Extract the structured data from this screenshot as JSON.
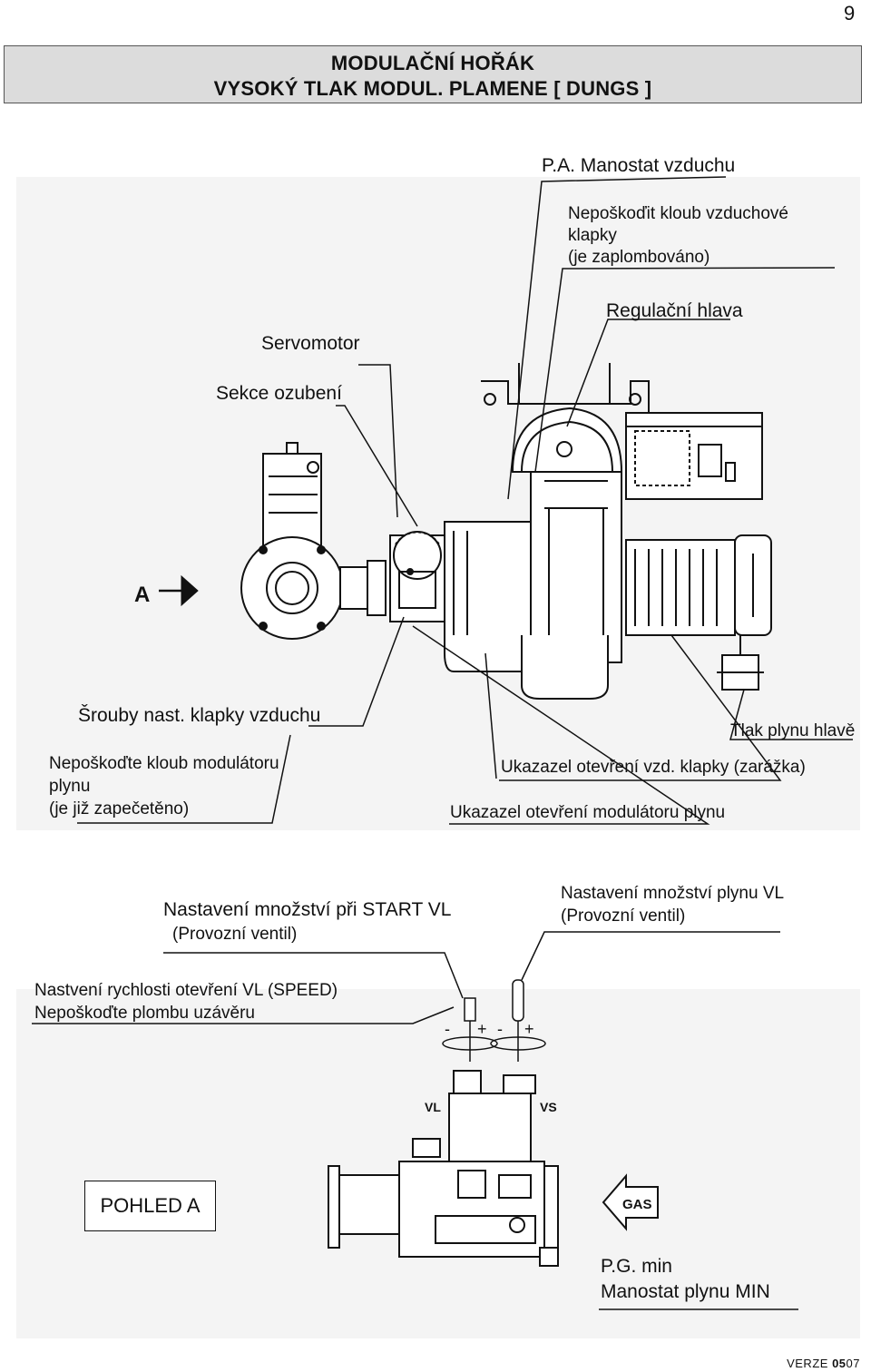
{
  "page_number": "9",
  "header": {
    "line1": "MODULAČNÍ HOŘÁK",
    "line2": "VYSOKÝ TLAK MODUL. PLAMENE [ DUNGS ]"
  },
  "labels": {
    "pa_manostat": "P.A. Manostat  vzduchu",
    "neposkodit_kloub_1": "Nepoškoďit kloub vzduchové",
    "neposkodit_kloub_2": "klapky",
    "neposkodit_kloub_3": "(je zaplombováno)",
    "regulacni_hlava": "Regulační hlava",
    "servomotor": "Servomotor",
    "sekce_ozubeni": "Sekce ozubení",
    "arrow_a": "A",
    "srouby_nast": "Šrouby nast. klapky vzduchu",
    "tlak_plynu_hlave": "Tlak plynu hlavě",
    "neposkodte_modulator_1": "Nepoškoďte kloub modulátoru",
    "neposkodte_modulator_2": "plynu",
    "neposkodte_modulator_3": "(je již zapečetěno)",
    "ukazazel_klapky": "Ukazazel otevření vzd. klapky (zarážka)",
    "ukazazel_modulatoru": "Ukazazel otevření modulátoru plynu",
    "nastaveni_start_1": "Nastavení množství při START VL",
    "nastaveni_start_2": "(Provozní ventil)",
    "nastaveni_vl_1": "Nastavení množství plynu VL",
    "nastaveni_vl_2": "(Provozní ventil)",
    "nastveni_speed_1": "Nastvení rychlosti otevření VL (SPEED)",
    "nastveni_speed_2": "Nepoškoďte plombu uzávěru",
    "vl": "VL",
    "vs": "VS",
    "gas": "GAS",
    "pohled_a": "POHLED A",
    "pg_min_1": "P.G. min",
    "pg_min_2": "Manostat  plynu MIN",
    "minus": "-",
    "plus": "+"
  },
  "footer": {
    "prefix": "VERZE ",
    "bold": "05",
    "suffix": "07"
  }
}
